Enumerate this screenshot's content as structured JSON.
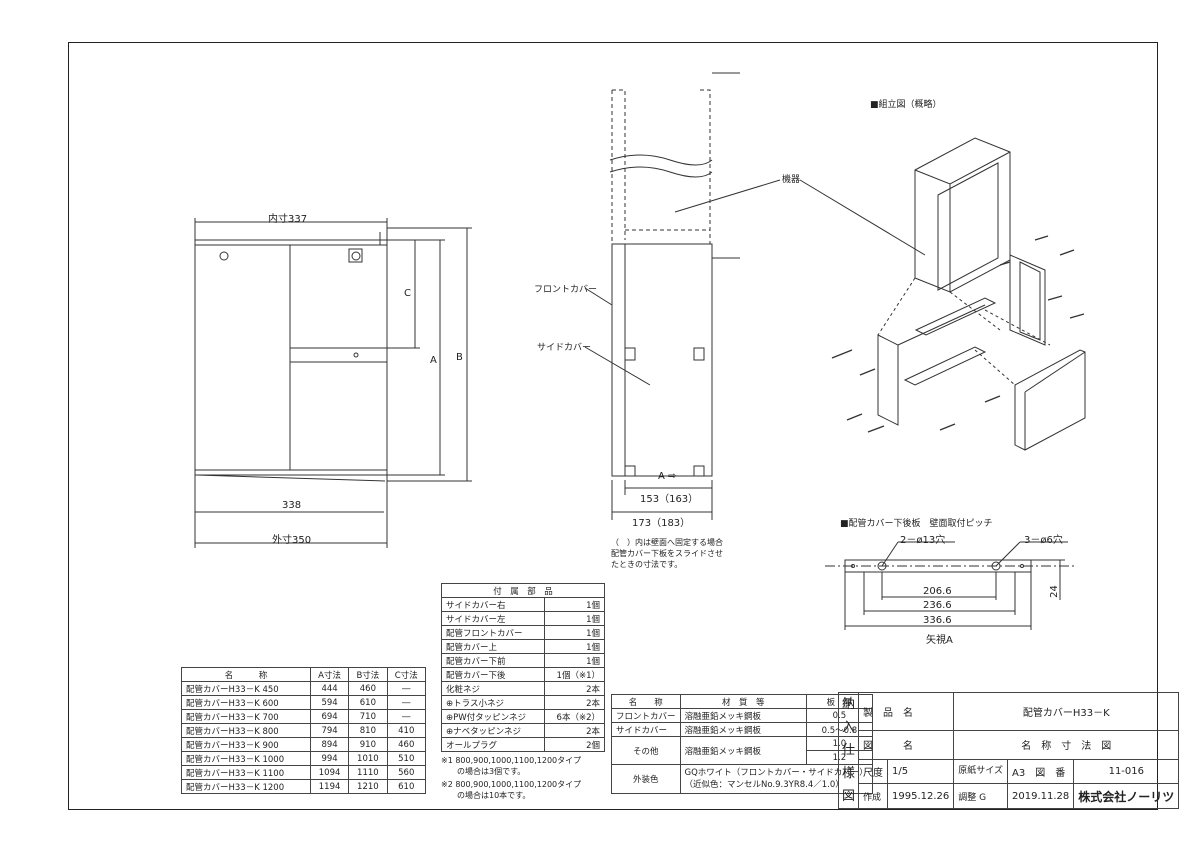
{
  "titles": {
    "assembly": "■組立図（概略）",
    "bottom_plate": "■配管カバー下後板　壁面取付ピッチ",
    "view_a": "矢視A"
  },
  "labels": {
    "kiki": "機器",
    "front_cover": "フロントカバー",
    "side_cover": "サイドカバー",
    "arrow_a": "A"
  },
  "dims": {
    "inner": "内寸337",
    "d338": "338",
    "outer": "外寸350",
    "c": "C",
    "a": "A",
    "b": "B",
    "d153": "153（163）",
    "d173": "173（183）",
    "hole13": "2－ø13穴",
    "hole6": "3－ø6穴",
    "p206": "206.6",
    "p236": "236.6",
    "p336": "336.6",
    "d24": "24"
  },
  "note_wall": "（　）内は壁面へ固定する場合\n配管カバー下板をスライドさせ\nたときの寸法です。",
  "accessories": {
    "header": "付　属　部　品",
    "rows": [
      {
        "name": "サイドカバー右",
        "qty": "1個"
      },
      {
        "name": "サイドカバー左",
        "qty": "1個"
      },
      {
        "name": "配管フロントカバー",
        "qty": "1個"
      },
      {
        "name": "配管カバー上",
        "qty": "1個"
      },
      {
        "name": "配管カバー下前",
        "qty": "1個"
      },
      {
        "name": "配管カバー下後",
        "qty": "1個（※1）"
      },
      {
        "name": "化粧ネジ",
        "qty": "2本"
      },
      {
        "name": "⊕トラス小ネジ",
        "qty": "2本"
      },
      {
        "name": "⊕PW付タッピンネジ",
        "qty": "6本（※2）"
      },
      {
        "name": "⊕ナベタッピンネジ",
        "qty": "2本"
      },
      {
        "name": "オールプラグ",
        "qty": "2個"
      }
    ],
    "note1": "※1 800,900,1000,1100,1200タイプ\n　　の場合は3個です。",
    "note2": "※2 800,900,1000,1100,1200タイプ\n　　の場合は10本です。"
  },
  "sizes": {
    "headers": [
      "名　　　称",
      "A寸法",
      "B寸法",
      "C寸法"
    ],
    "rows": [
      [
        "配管カバーH33－K 450",
        "444",
        "460",
        "―"
      ],
      [
        "配管カバーH33－K 600",
        "594",
        "610",
        "―"
      ],
      [
        "配管カバーH33－K 700",
        "694",
        "710",
        "―"
      ],
      [
        "配管カバーH33－K 800",
        "794",
        "810",
        "410"
      ],
      [
        "配管カバーH33－K 900",
        "894",
        "910",
        "460"
      ],
      [
        "配管カバーH33－K 1000",
        "994",
        "1010",
        "510"
      ],
      [
        "配管カバーH33－K 1100",
        "1094",
        "1110",
        "560"
      ],
      [
        "配管カバーH33－K 1200",
        "1194",
        "1210",
        "610"
      ]
    ]
  },
  "materials": {
    "headers": [
      "名　　称",
      "材　質　等",
      "板　厚"
    ],
    "rows": [
      [
        "フロントカバー",
        "溶融亜鉛メッキ鋼板",
        "0.5"
      ],
      [
        "サイドカバー",
        "溶融亜鉛メッキ鋼板",
        "0.5～0.8"
      ],
      [
        "その他",
        "溶融亜鉛メッキ鋼板",
        "1.0"
      ],
      [
        "",
        "",
        "1.2"
      ]
    ],
    "color_label": "外装色",
    "color_value1": "GQホワイト（フロントカバー・サイドカバー）",
    "color_value2": "（近似色：マンセルNo.9.3YR8.4／1.0）"
  },
  "title_block": {
    "side_chars": [
      "納",
      "入",
      "仕",
      "様",
      "図"
    ],
    "product_label": "製　品　名",
    "product_name": "配管カバーH33－K",
    "drawing_label": "図　　　名",
    "drawing_name": "名　称　寸　法　図",
    "scale_label": "尺度",
    "scale": "1/5",
    "paper_label": "原紙サイズ",
    "paper": "A3",
    "number_label": "図　番",
    "number": "11-016",
    "made_label": "作成",
    "made_date": "1995.12.26",
    "revised_label": "調整",
    "rev_mark": "G",
    "revised_date": "2019.11.28",
    "company": "株式会社ノーリツ"
  }
}
